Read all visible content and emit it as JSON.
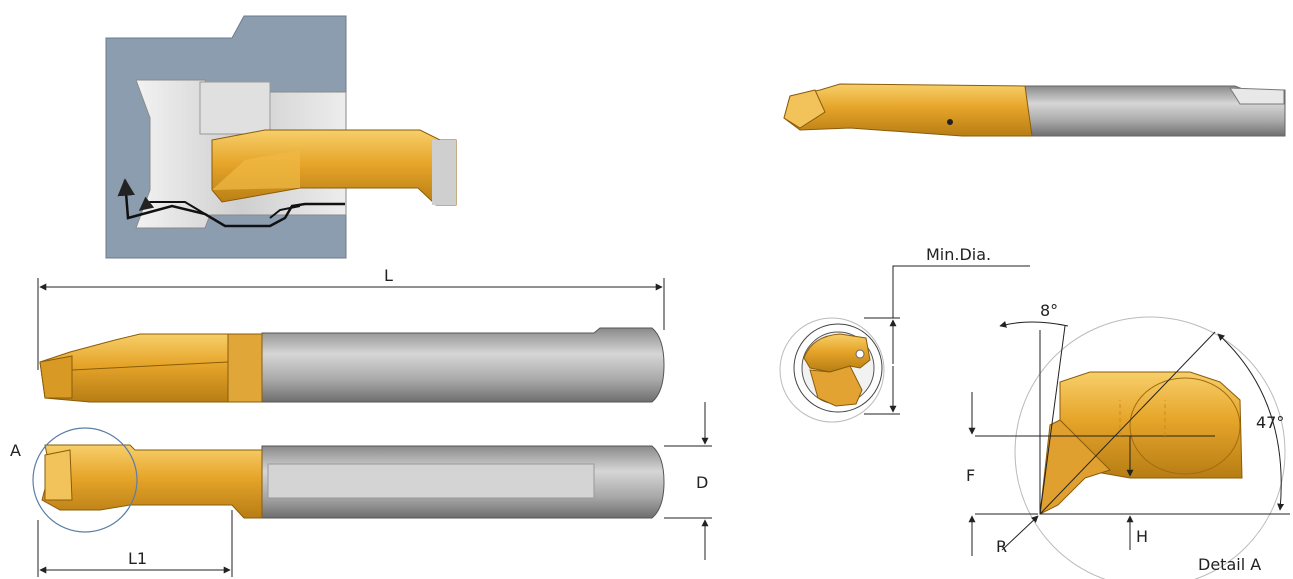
{
  "labels": {
    "length": "L",
    "diameter": "D",
    "l1": "L1",
    "detail_ref": "A",
    "min_dia": "Min.Dia.",
    "angle_top": "8°",
    "angle_right": "47°",
    "dim_f": "F",
    "dim_h": "H",
    "dim_r": "R",
    "detail_title": "Detail A"
  },
  "colors": {
    "gold": "#e6a52a",
    "gold_dark": "#b47a12",
    "steel": "#9a9a9a",
    "steel_light": "#c8c8c8",
    "workpiece": "#8c9db0",
    "line": "#222222"
  }
}
